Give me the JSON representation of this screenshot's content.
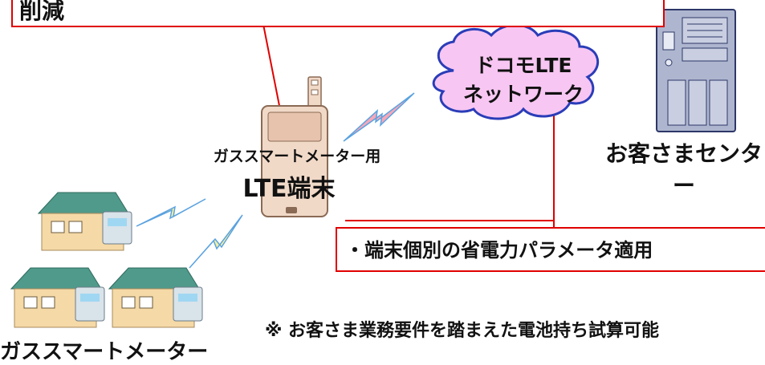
{
  "top_box": {
    "text": "削減"
  },
  "cloud": {
    "line1": "ドコモLTE",
    "line2": "ネットワーク"
  },
  "lte_terminal": {
    "label_line1": "ガススマートメーター用",
    "label_line2": "LTE端末"
  },
  "customer_center": {
    "label": "お客さまセンター"
  },
  "gas_meter": {
    "label": "ガススマートメーター"
  },
  "bottom_box": {
    "text": "・端末個別の省電力パラメータ適用"
  },
  "note": {
    "text": "※ お客さま業務要件を踏まえた電池持ち試算可能"
  },
  "colors": {
    "callout_border": "#e00000",
    "cloud_fill": "#f7c6f2",
    "cloud_stroke": "#2a3db8",
    "device_fill": "#f1d9c8",
    "server_fill": "#aeb6cf",
    "house_roof": "#4f9a8a",
    "house_wall": "#f5d9a6",
    "signal_fill": "#9fd7f2"
  }
}
